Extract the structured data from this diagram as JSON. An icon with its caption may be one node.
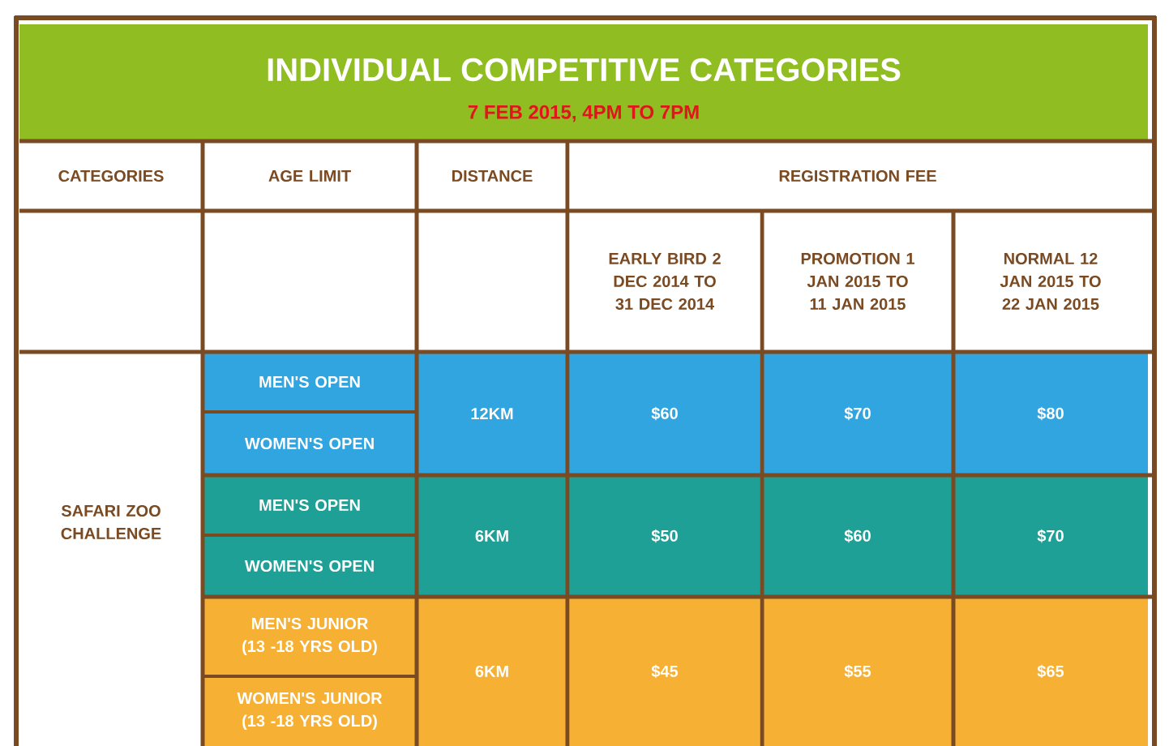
{
  "diagram": {
    "title": "INDIVIDUAL COMPETITIVE CATEGORIES",
    "labels": [
      "7 FEB 2015, 4PM TO 7PM",
      "CATEGORIES",
      "AGE LIMIT",
      "DISTANCE",
      "REGISTRATION FEE",
      "EARLY BIRD 2 DEC 2014 TO 31 DEC 2014",
      "PROMOTION 1 JAN 2015 TO 11 JAN 2015",
      "NORMAL 12 JAN 2015 TO 22 JAN 2015",
      "SAFARI ZOO CHALLENGE",
      "MEN'S OPEN",
      "12KM",
      "$60",
      "$70",
      "$80",
      "WOMEN'S OPEN",
      "MEN'S OPEN",
      "6KM",
      "$50",
      "$60",
      "$70",
      "WOMEN'S OPEN",
      "MEN'S JUNIOR (13 -18 YRS OLD)",
      "6KM",
      "$45",
      "$55",
      "$65",
      "WOMEN'S JUNIOR (13 -18 YRS OLD)"
    ]
  }
}
